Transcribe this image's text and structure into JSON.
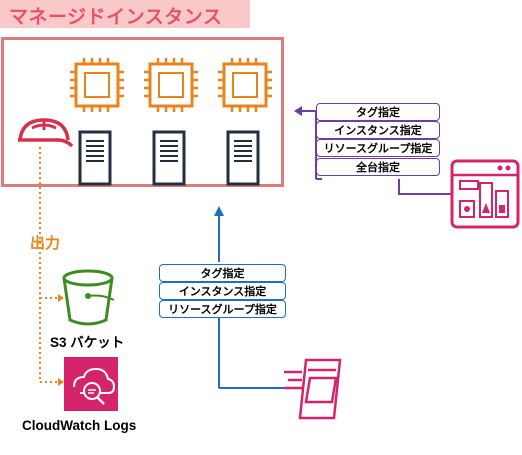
{
  "title": "マネージドインスタンス",
  "output_label": "出力",
  "targets_purple": [
    "タグ指定",
    "インスタンス指定",
    "リソースグループ指定",
    "全台指定"
  ],
  "targets_blue": [
    "タグ指定",
    "インスタンス指定",
    "リソースグループ指定"
  ],
  "s3_label": "S3 バケット",
  "cloudwatch_label": "CloudWatch Logs",
  "colors": {
    "title_bg": "#f9c9c9",
    "title_text": "#e8516a",
    "box_border": "#e07a7a",
    "ec2_orange": "#e8841a",
    "purple": "#6b3fa0",
    "blue": "#1f6fc0",
    "pink": "#d6246b",
    "s3_green": "#3d8c1f"
  },
  "icons": [
    "chip-icon",
    "document-icon",
    "hard-hat-icon",
    "dashboard-icon",
    "bucket-icon",
    "cloudwatch-logs-icon",
    "inventory-icon"
  ]
}
